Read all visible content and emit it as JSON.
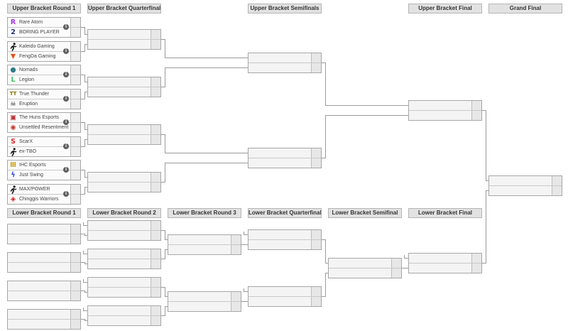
{
  "headers": {
    "upper": [
      {
        "label": "Upper Bracket Round 1",
        "col": 0
      },
      {
        "label": "Upper Bracket Quarterfinals",
        "col": 1
      },
      {
        "label": "Upper Bracket Semifinals",
        "col": 3
      },
      {
        "label": "Upper Bracket Final",
        "col": 5
      },
      {
        "label": "Grand Final",
        "col": 6
      }
    ],
    "lower": [
      {
        "label": "Lower Bracket Round 1",
        "col": 0
      },
      {
        "label": "Lower Bracket Round 2",
        "col": 1
      },
      {
        "label": "Lower Bracket Round 3",
        "col": 2
      },
      {
        "label": "Lower Bracket Quarterfinals",
        "col": 3
      },
      {
        "label": "Lower Bracket Semifinal",
        "col": 4
      },
      {
        "label": "Lower Bracket Final",
        "col": 5
      }
    ]
  },
  "matches": {
    "ub_round1": [
      {
        "top": {
          "name": "Rare Atom",
          "slug": "rare-atom",
          "logo_kind": "text",
          "logo_glyph": "R",
          "logo_color": "#9a3fd4"
        },
        "bottom": {
          "name": "BORING PLAYER",
          "slug": "boring-player",
          "logo_kind": "text",
          "logo_glyph": "2",
          "logo_color": "#20337f"
        }
      },
      {
        "top": {
          "name": "Kaleido Gaming",
          "slug": "kaleido-gaming",
          "logo_kind": "figure",
          "logo_color": "#1a1a1a"
        },
        "bottom": {
          "name": "FengDa Gaming",
          "slug": "fengda-gaming",
          "logo_kind": "text",
          "logo_glyph": "▼",
          "logo_color": "#e0561c"
        }
      },
      {
        "top": {
          "name": "Nomads",
          "slug": "nomads",
          "logo_kind": "text",
          "logo_glyph": "●",
          "logo_color": "#2e7d8c"
        },
        "bottom": {
          "name": "Legion",
          "slug": "legion",
          "logo_kind": "text",
          "logo_glyph": "L",
          "logo_color": "#2fce4f"
        }
      },
      {
        "top": {
          "name": "True Thunder",
          "slug": "true-thunder",
          "logo_kind": "text",
          "logo_glyph": "TT",
          "logo_color": "#8a6d00"
        },
        "bottom": {
          "name": "Eruption",
          "slug": "eruption",
          "logo_kind": "text",
          "logo_glyph": "☠",
          "logo_color": "#333333"
        }
      },
      {
        "top": {
          "name": "The Huns Esports",
          "slug": "the-huns-esports",
          "logo_kind": "text",
          "logo_glyph": "▣",
          "logo_color": "#bf3030"
        },
        "bottom": {
          "name": "Unsettled Resentment",
          "slug": "unsettled-resentment",
          "logo_kind": "text",
          "logo_glyph": "◉",
          "logo_color": "#c23b2e"
        }
      },
      {
        "top": {
          "name": "ScarX",
          "slug": "scarx",
          "logo_kind": "text",
          "logo_glyph": "S",
          "logo_color": "#d42a2a"
        },
        "bottom": {
          "name": "ex-TBO",
          "slug": "ex-tbo",
          "logo_kind": "figure",
          "logo_color": "#1a1a1a"
        }
      },
      {
        "top": {
          "name": "IHC Esports",
          "slug": "ihc-esports",
          "logo_kind": "text",
          "logo_glyph": "Ⅲ",
          "logo_color": "#c9a227"
        },
        "bottom": {
          "name": "Just Swing",
          "slug": "just-swing",
          "logo_kind": "text",
          "logo_glyph": "ϟ",
          "logo_color": "#2d3fd9"
        }
      },
      {
        "top": {
          "name": "MAX/POWER",
          "slug": "max-power",
          "logo_kind": "figure",
          "logo_color": "#1a1a1a"
        },
        "bottom": {
          "name": "Chinggis Warriors",
          "slug": "chinggis-warriors",
          "logo_kind": "text",
          "logo_glyph": "◈",
          "logo_color": "#cc2222"
        }
      }
    ]
  },
  "info_icon": {
    "glyph": "i"
  },
  "colors": {
    "page_bg": "#ffffff",
    "header_bg": "#e2e2e2",
    "header_border": "#b5b5b5",
    "header_text": "#333333",
    "box_border": "#a7a7a7",
    "box_bg_empty": "#f4f4f4",
    "box_bg_filled": "#fbfbfb",
    "row_divider": "#c9c9c9",
    "score_bg_empty": "#e7e7e7",
    "score_bg_filled": "#ededed",
    "score_border": "#bdbdbd",
    "connector_line": "#9b9b9b",
    "team_text": "#454545",
    "info_icon_bg": "#606060",
    "info_icon_text": "#ffffff"
  }
}
